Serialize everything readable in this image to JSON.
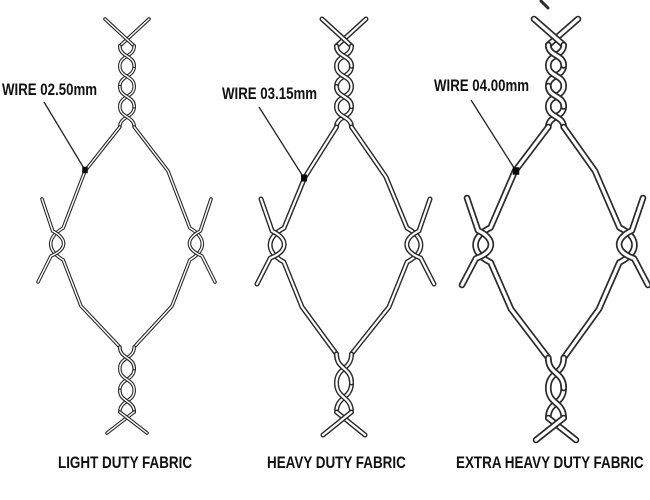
{
  "diagrams": [
    {
      "id": "light-duty",
      "wire_label": "WIRE 02.50mm",
      "wire_diameter_mm": "02.50",
      "caption": "LIGHT DUTY FABRIC"
    },
    {
      "id": "heavy-duty",
      "wire_label": "WIRE 03.15mm",
      "wire_diameter_mm": "03.15",
      "caption": "HEAVY DUTY FABRIC"
    },
    {
      "id": "extra-heavy-duty",
      "wire_label": "WIRE 04.00mm",
      "wire_diameter_mm": "04.00",
      "caption": "EXTRA HEAVY DUTY FABRIC"
    }
  ],
  "colors": {
    "background": "#ffffff",
    "wire_outline": "#2a2a2a",
    "wire_core": "#ffffff",
    "marker": "#0a0a0a",
    "leader_line": "#222222",
    "text": "#111111"
  }
}
